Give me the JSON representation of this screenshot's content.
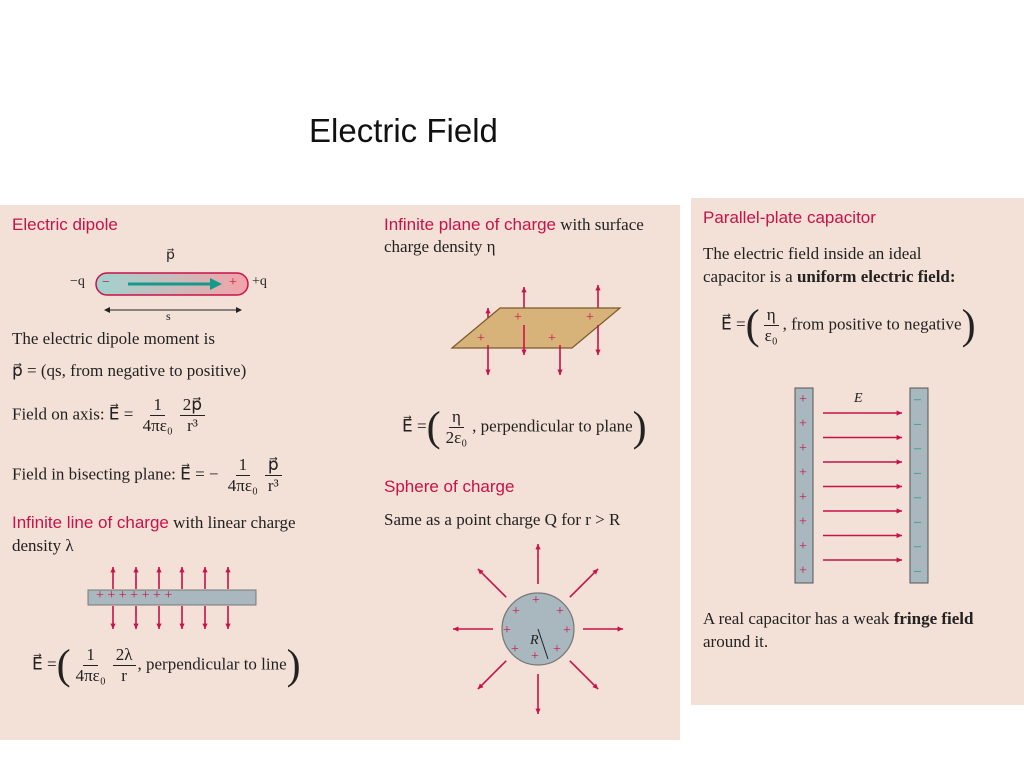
{
  "slide": {
    "title": "Electric Field"
  },
  "dipole": {
    "heading": "Electric dipole",
    "p_label": "p⃗",
    "minus_q": "−q",
    "plus_q": "+q",
    "minus_sign": "−",
    "plus_sign": "+",
    "s_label": "s",
    "moment_text": "The electric dipole moment is",
    "moment_eq": "p⃗ = (qs, from negative to positive)",
    "axis_prefix": "Field on axis: E⃗ =",
    "axis_num1": "1",
    "axis_den1": "4πε₀",
    "axis_num2": "2p⃗",
    "axis_den2": "r³",
    "bisect_prefix": "Field in bisecting plane: E⃗ = −",
    "bisect_num1": "1",
    "bisect_den1": "4πε₀",
    "bisect_num2": "p⃗",
    "bisect_den2": "r³"
  },
  "line": {
    "heading": "Infinite line of charge",
    "desc1": " with linear charge",
    "desc2": "density λ",
    "plus_signs": "+  +  +  +  +  +  +",
    "eq_prefix": "E⃗ =",
    "num1": "1",
    "den1": "4πε₀",
    "num2": "2λ",
    "den2": "r",
    "eq_suffix": ", perpendicular to line"
  },
  "plane": {
    "heading": "Infinite plane of charge",
    "desc1": " with surface",
    "desc2": "charge density η",
    "eq_prefix": "E⃗ =",
    "num": "η",
    "den": "2ε₀",
    "eq_suffix": ", perpendicular to plane"
  },
  "sphere": {
    "heading": "Sphere of charge",
    "desc": "Same as a point charge Q for r > R",
    "r_label": "R"
  },
  "capacitor": {
    "heading": "Parallel-plate capacitor",
    "desc1": "The electric field inside an ideal",
    "desc2_a": "capacitor is a ",
    "desc2_b": "uniform electric field:",
    "eq_prefix": "E⃗ =",
    "num": "η",
    "den": "ε₀",
    "eq_suffix": ", from positive to negative",
    "e_label": "E⃗",
    "fringe1_a": "A real capacitor has a weak ",
    "fringe1_b": "fringe field",
    "fringe2": "around it."
  },
  "colors": {
    "accent": "#c8124a",
    "panel": "#f3e0d6",
    "gray": "#a9b7bf",
    "teal": "#149a8a"
  }
}
